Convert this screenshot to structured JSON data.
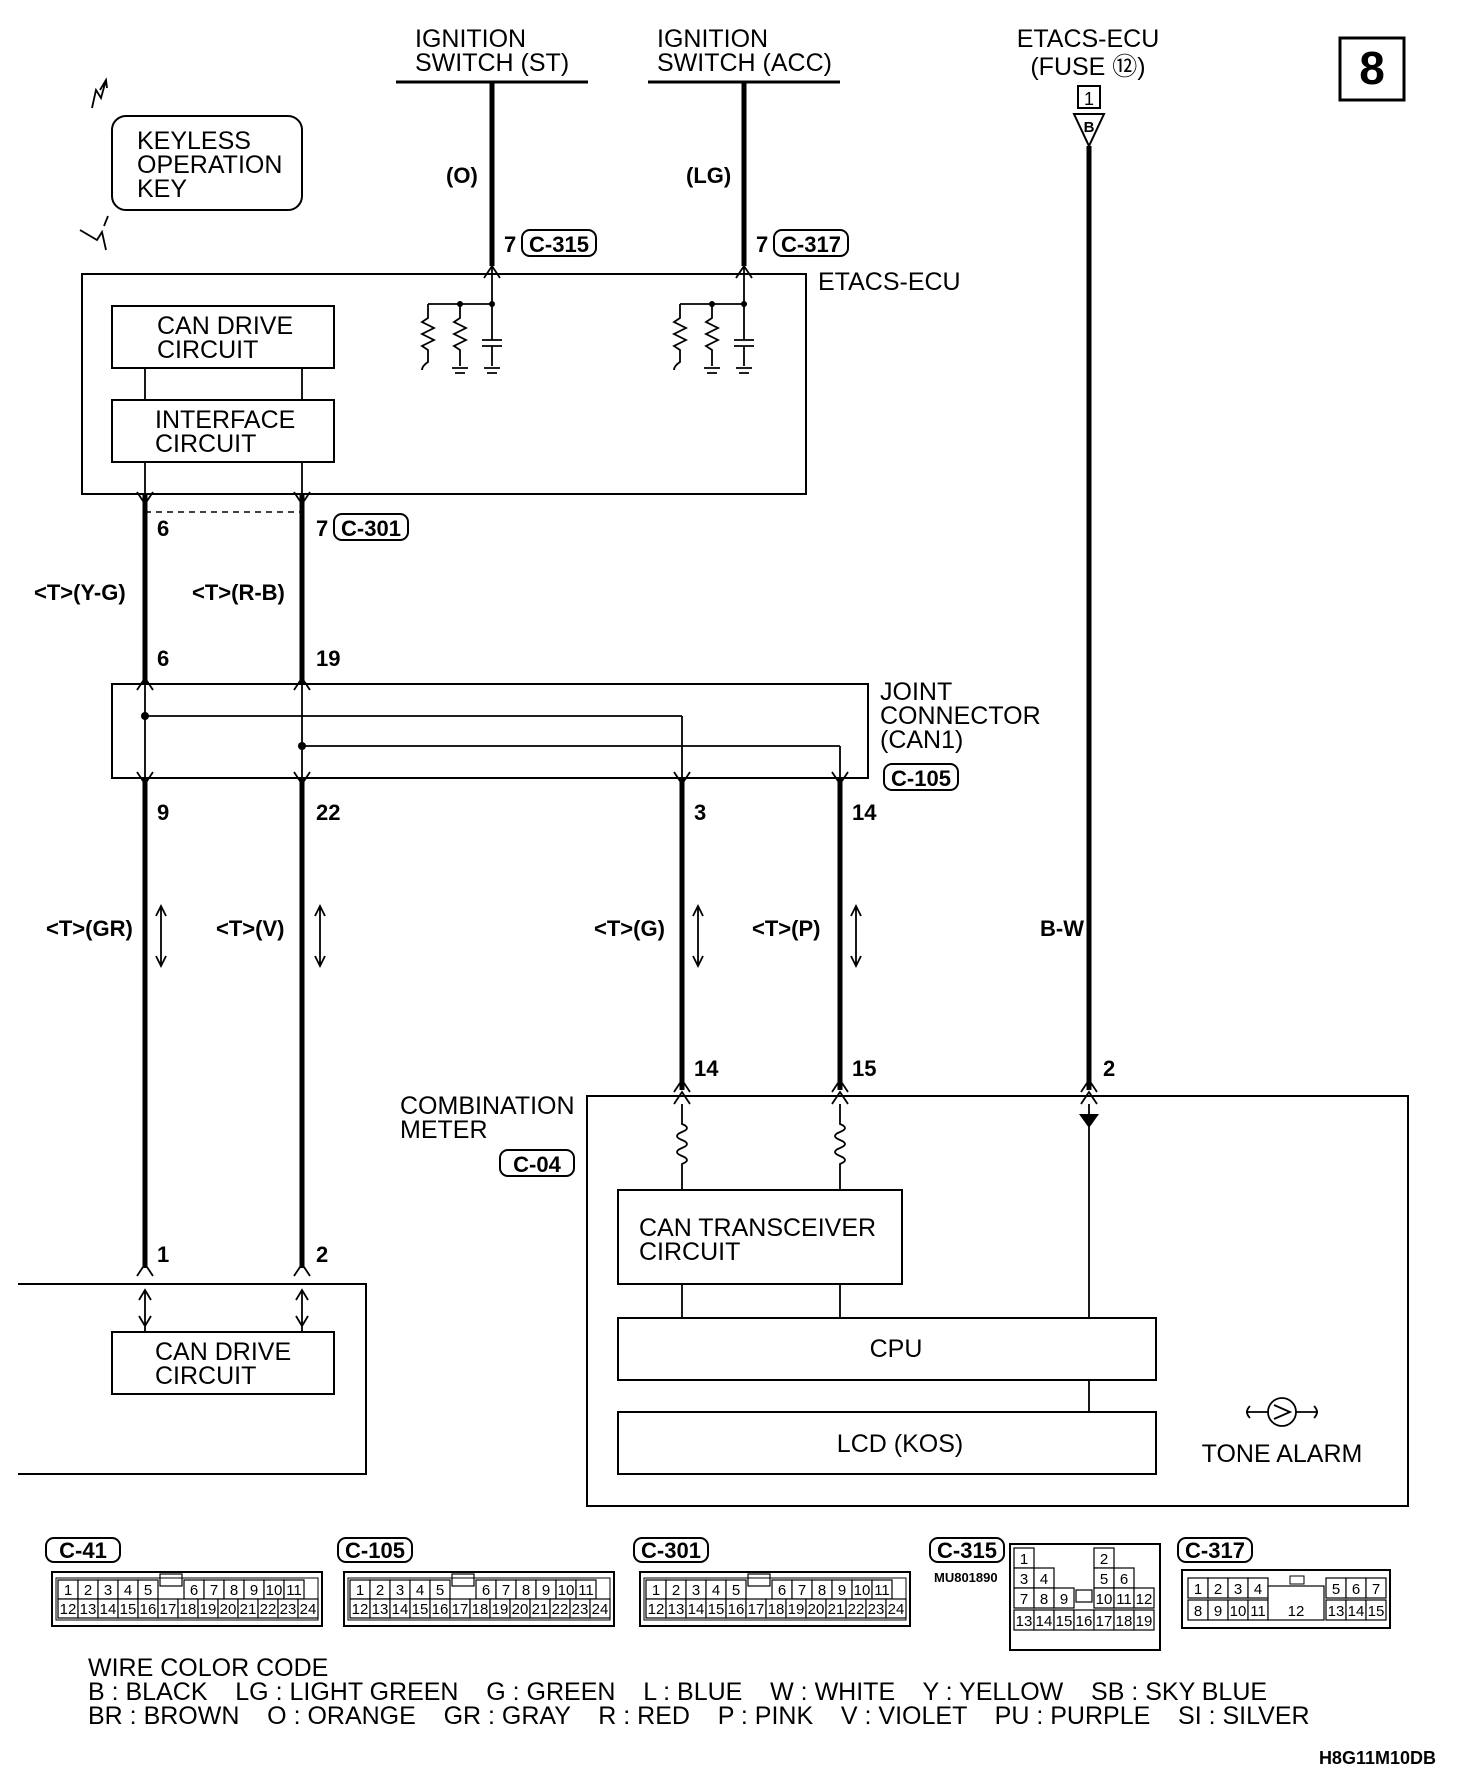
{
  "page_number": "8",
  "image_code": "H8G11M10DB",
  "sources": {
    "ign_st": "IGNITION\nSWITCH (ST)",
    "ign_acc": "IGNITION\nSWITCH (ACC)",
    "etacs_fuse_line1": "ETACS-ECU",
    "etacs_fuse_line2": "(FUSE ⑫)",
    "fuse_pin": "1",
    "fuse_conn_letter": "B"
  },
  "keyless_key": "KEYLESS\nOPERATION\nKEY",
  "wire_colors": {
    "ign_st": "(O)",
    "ign_acc": "(LG)",
    "can_ecu_h": "<T>(Y-G)",
    "can_ecu_l": "<T>(R-B)",
    "can_gr": "<T>(GR)",
    "can_v": "<T>(V)",
    "can_g": "<T>(G)",
    "can_p": "<T>(P)",
    "bw": "B-W"
  },
  "connectors": {
    "c315": "C-315",
    "c317": "C-317",
    "c301": "C-301",
    "c105": "C-105",
    "c04": "C-04",
    "c41": "C-41"
  },
  "pins": {
    "st": "7",
    "acc": "7",
    "ecu_6": "6",
    "ecu_7": "7",
    "jc_6": "6",
    "jc_19": "19",
    "jc_9": "9",
    "jc_22": "22",
    "jc_3": "3",
    "jc_14": "14",
    "meter_14": "14",
    "meter_15": "15",
    "meter_2": "2",
    "bottom_1": "1",
    "bottom_2": "2"
  },
  "etacs_ecu": {
    "label": "ETACS-ECU",
    "can_drive": "CAN DRIVE\nCIRCUIT",
    "interface": "INTERFACE\nCIRCUIT"
  },
  "joint_connector": "JOINT\nCONNECTOR\n(CAN1)",
  "combination_meter": {
    "label": "COMBINATION\nMETER",
    "transceiver": "CAN TRANSCEIVER\nCIRCUIT",
    "cpu": "CPU",
    "lcd": "LCD (KOS)",
    "tone_alarm": "TONE ALARM"
  },
  "bottom_module": {
    "can_drive": "CAN DRIVE\nCIRCUIT"
  },
  "connector_views": {
    "c41": "C-41",
    "c105": "C-105",
    "c301": "C-301",
    "c315": "C-315",
    "c317": "C-317",
    "c315_part": "MU801890",
    "row24_top": [
      "1",
      "2",
      "3",
      "4",
      "5",
      "",
      "6",
      "7",
      "8",
      "9",
      "10",
      "11"
    ],
    "row24_bottom": [
      "12",
      "13",
      "14",
      "15",
      "16",
      "17",
      "18",
      "19",
      "20",
      "21",
      "22",
      "23",
      "24"
    ],
    "c315_rows": [
      [
        "1",
        "",
        "2"
      ],
      [
        "3",
        "4",
        "",
        "5",
        "6"
      ],
      [
        "7",
        "8",
        "9",
        "10",
        "11",
        "12"
      ],
      [
        "13",
        "14",
        "15",
        "16",
        "17",
        "18",
        "19"
      ]
    ],
    "c317_top": [
      "1",
      "2",
      "3",
      "4",
      "5",
      "6",
      "7"
    ],
    "c317_bottom": [
      "8",
      "9",
      "10",
      "11",
      "12",
      "13",
      "14",
      "15"
    ]
  },
  "wire_color_code": {
    "title": "WIRE COLOR CODE",
    "line1": "B : BLACK    LG : LIGHT GREEN    G : GREEN    L : BLUE    W : WHITE    Y : YELLOW    SB : SKY BLUE",
    "line2": "BR : BROWN    O : ORANGE    GR : GRAY    R : RED    P : PINK    V : VIOLET    PU : PURPLE    SI : SILVER"
  }
}
